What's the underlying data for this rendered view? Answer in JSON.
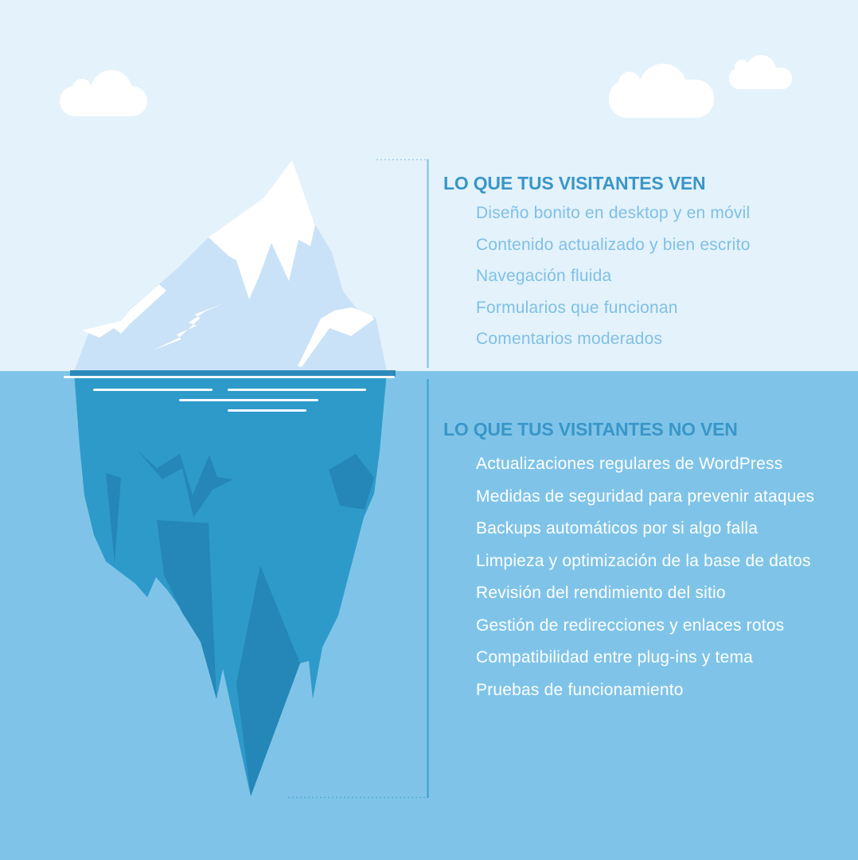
{
  "palette": {
    "sky": "#e4f2fb",
    "water": "#7fc4e8",
    "cloud": "#ffffff",
    "iceberg_light": "#c9e2f7",
    "iceberg_white": "#ffffff",
    "iceberg_submerged": "#2e9aca",
    "iceberg_submerged_dark": "#2487b8",
    "waterline_shadow": "#2b8aba",
    "ripple": "#ffffff",
    "heading_text": "#3a96c8",
    "visible_item_text": "#7fc0e5",
    "hidden_item_text": "#ffffff",
    "connector_sky": "#90c8e6",
    "connector_water": "#47a3d2",
    "connector_dotted_sky": "#9fd0ea",
    "connector_dotted_water": "#55abd6"
  },
  "icons": {
    "clouds": "cloud-icon",
    "iceberg": "iceberg-illustration"
  },
  "sections": {
    "visible": {
      "title": "LO QUE TUS VISITANTES VEN",
      "items": [
        "Diseño bonito en desktop y en móvil",
        "Contenido actualizado y bien escrito",
        "Navegación fluida",
        "Formularios que funcionan",
        "Comentarios moderados"
      ]
    },
    "hidden": {
      "title": "LO QUE TUS VISITANTES NO VEN",
      "items": [
        "Actualizaciones regulares de WordPress",
        "Medidas de seguridad para prevenir ataques",
        "Backups automáticos por si algo falla",
        "Limpieza y optimización de la base de datos",
        "Revisión del rendimiento del sitio",
        "Gestión de redirecciones y enlaces rotos",
        "Compatibilidad entre plug-ins y tema",
        "Pruebas de funcionamiento"
      ]
    }
  }
}
